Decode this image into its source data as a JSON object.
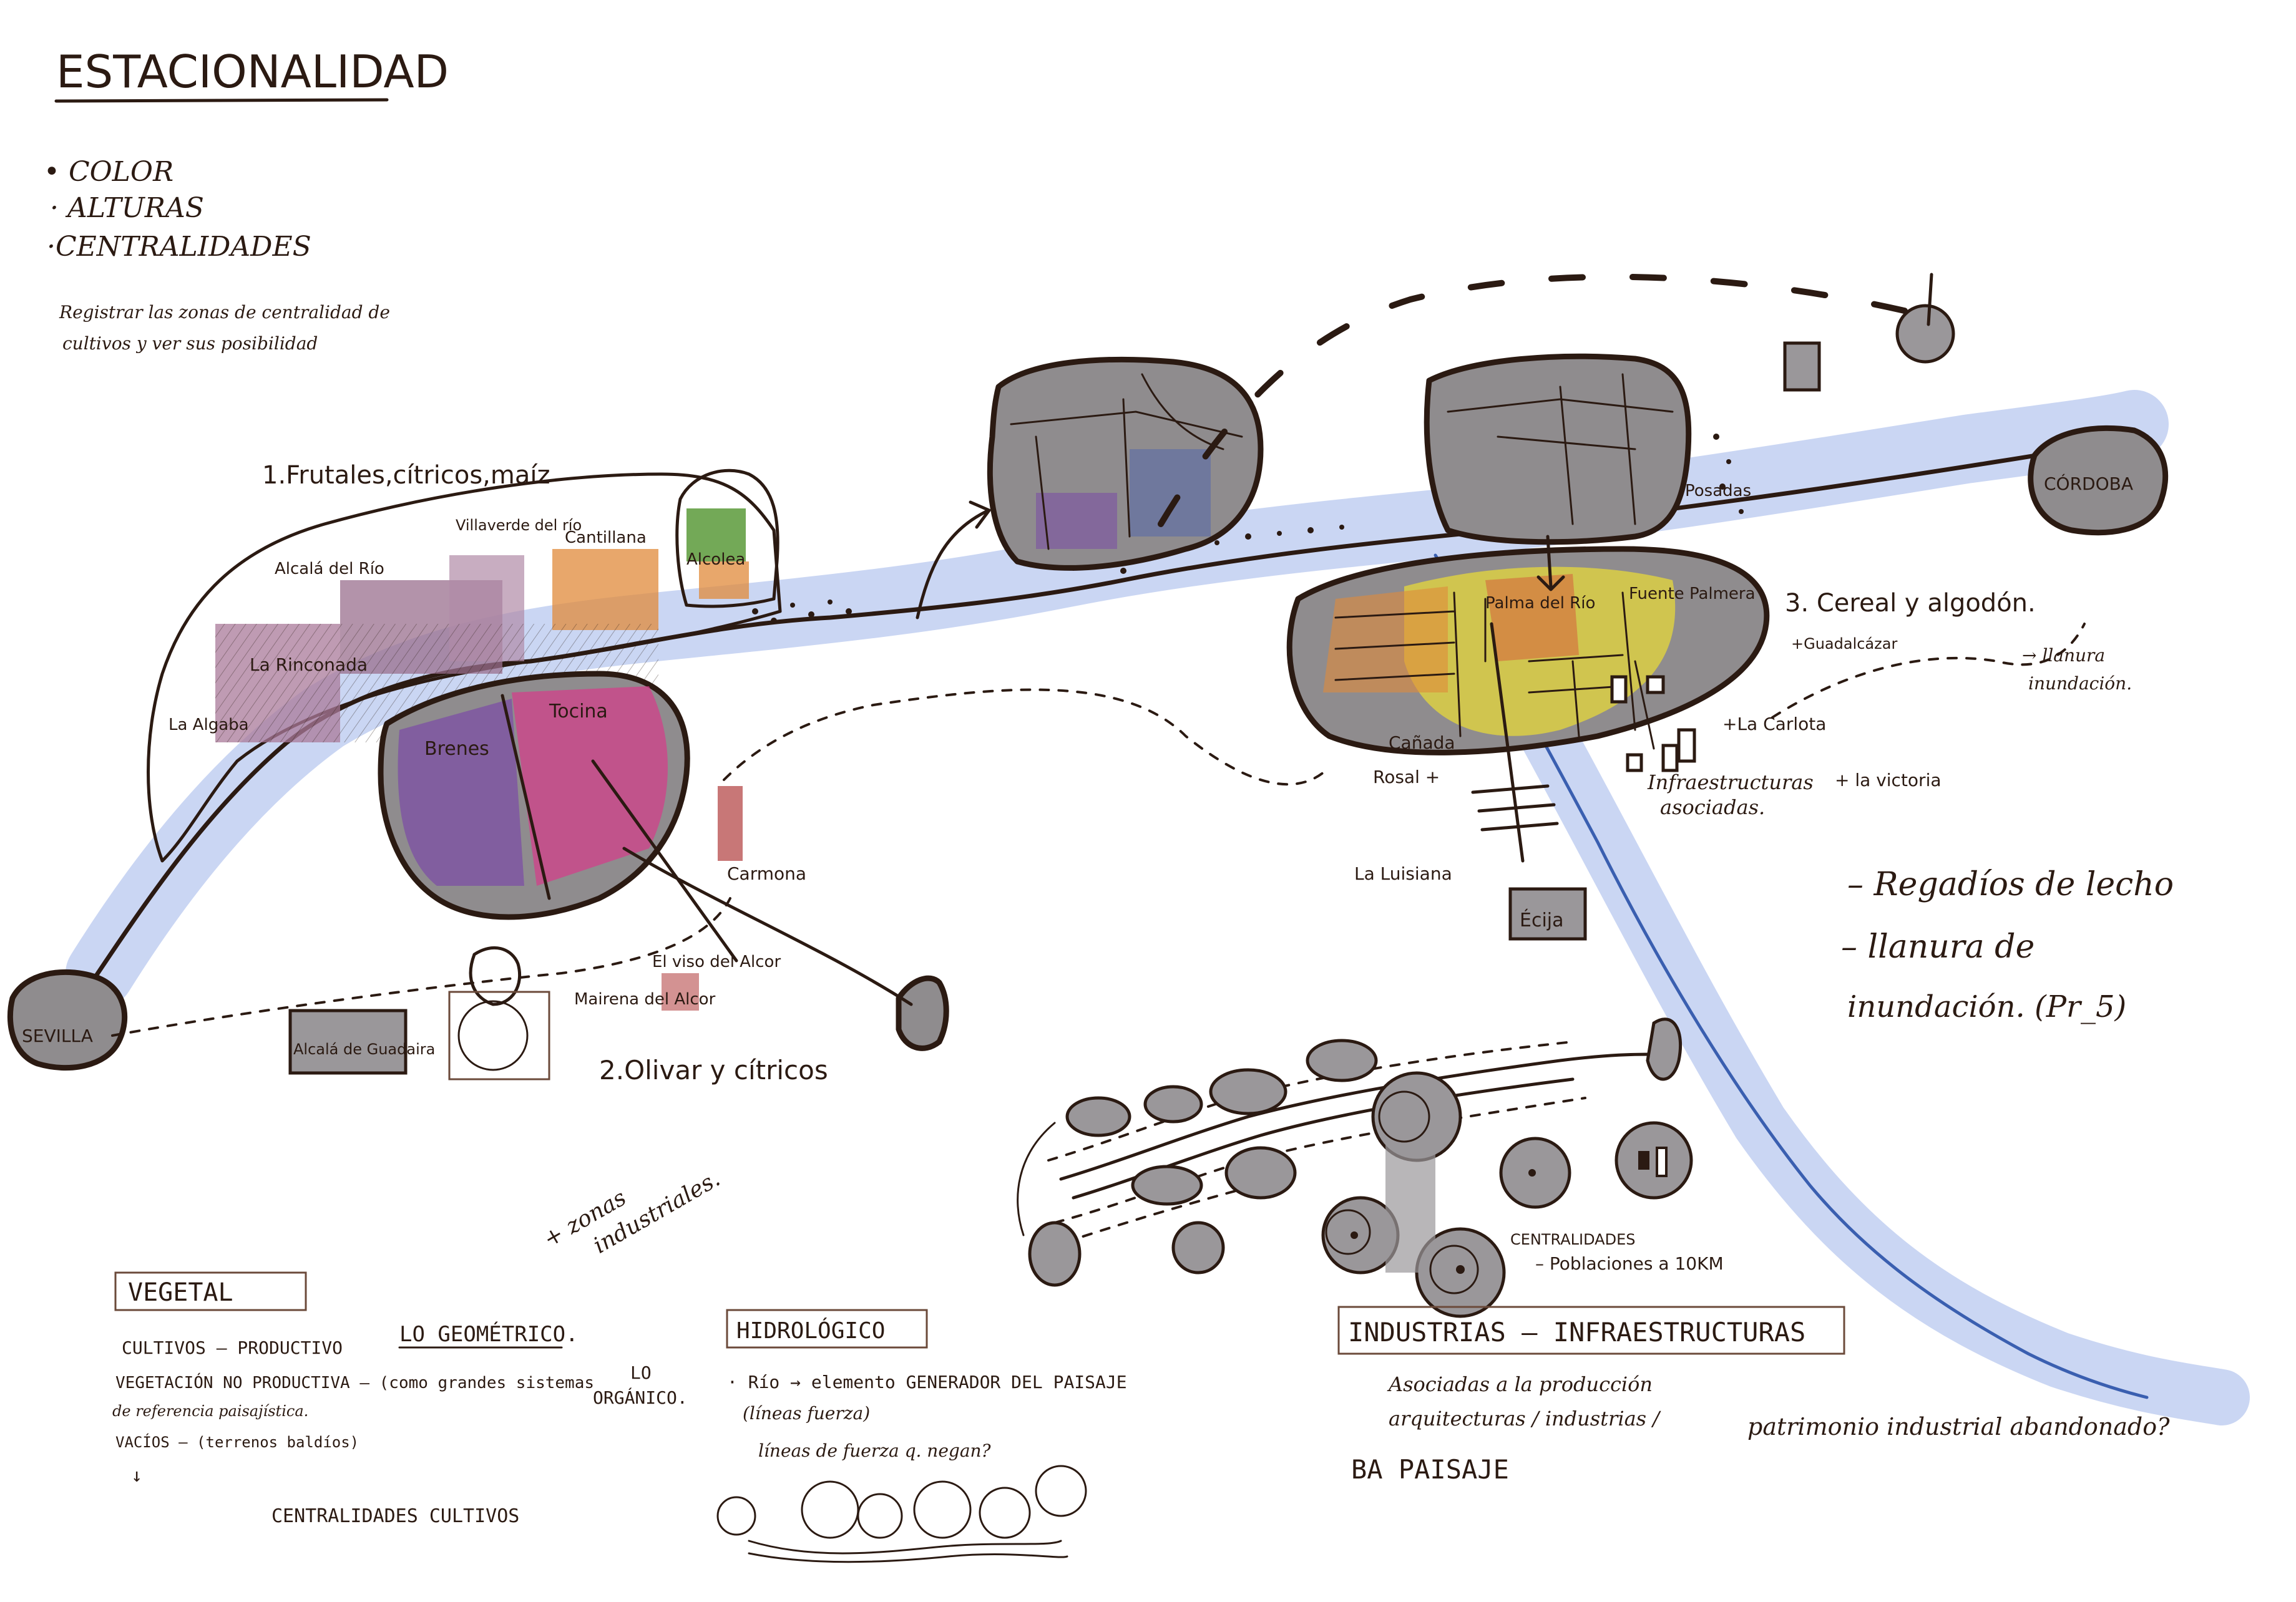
{
  "title": "ESTACIONALIDAD",
  "bullets": [
    "• COLOR",
    "· ALTURAS",
    "·CENTRALIDADES"
  ],
  "intro_note": [
    "Registrar las zonas de centralidad de",
    "cultivos y ver sus posibilidad"
  ],
  "zone_labels": {
    "z1": "1.Frutales,cítricos,maíz",
    "z2": "2.Olivar y cítricos",
    "z3": "3. Cereal y algodón."
  },
  "towns": {
    "alcala_rio": "Alcalá del Río",
    "villaverde": "Villaverde del río",
    "cantillana": "Cantillana",
    "alcolea": "Alcolea",
    "la_rinconada": "La Rinconada",
    "la_algaba": "La Algaba",
    "brenes": "Brenes",
    "tocina": "Tocina",
    "carmona": "Carmona",
    "sevilla": "SEVILLA",
    "alcala_guadaira": "Alcalá de Guadaira",
    "mairena": "Mairena del Alcor",
    "viso": "El viso del Alcor",
    "cordoba": "CÓRDOBA",
    "posadas": "Posadas",
    "palma": "Palma del Río",
    "fuente_palmera": "Fuente Palmera",
    "guadalcazar": "+Guadalcázar",
    "la_carlota": "+La Carlota",
    "la_victoria": "+ la victoria",
    "canada": "Cañada",
    "rosal": "Rosal +",
    "la_luisiana": "La Luisiana",
    "ecija": "Écija"
  },
  "annotations": {
    "infraestructuras": [
      "Infraestructuras",
      "asociadas."
    ],
    "llanura_right": [
      "→ llanura",
      "inundación."
    ],
    "zonas_industriales": [
      "+ zonas",
      "industriales."
    ],
    "centralidades": [
      "CENTRALIDADES",
      "– Poblaciones a 10KM"
    ],
    "right_list": [
      "– Regadíos de lecho",
      "– llanura de",
      "inundación. (Pr_5)"
    ]
  },
  "sections": {
    "vegetal": {
      "header": "VEGETAL",
      "lines": [
        "CULTIVOS — PRODUCTIVO",
        "LO GEOMÉTRICO.",
        "VEGETACIÓN NO PRODUCTIVA – (como grandes sistemas",
        "LO",
        "de referencia paisajística.",
        "ORGÁNICO.",
        "VACÍOS – (terrenos baldíos)",
        "↓",
        "CENTRALIDADES CULTIVOS"
      ]
    },
    "hidrologico": {
      "header": "HIDROLÓGICO",
      "lines": [
        "· Río → elemento GENERADOR DEL PAISAJE",
        "(líneas fuerza)",
        "líneas de fuerza q. negan?"
      ]
    },
    "industrias": {
      "header": "INDUSTRIAS – INFRAESTRUCTURAS",
      "lines": [
        "Asociadas a la producción",
        "arquitecturas / industrias /",
        "patrimonio industrial abandonado?",
        "BA PAISAJE"
      ]
    }
  },
  "colors": {
    "ink": "#2b1a12",
    "blob_gray": "#8f8c8e",
    "river_glow": "#b8c8ef",
    "river_line": "#3a5fb0",
    "purple": "#7a4aa6",
    "magenta": "#d63b8a",
    "orange": "#e08a3a",
    "green": "#5b9a3a",
    "yellow": "#e6d83a"
  }
}
